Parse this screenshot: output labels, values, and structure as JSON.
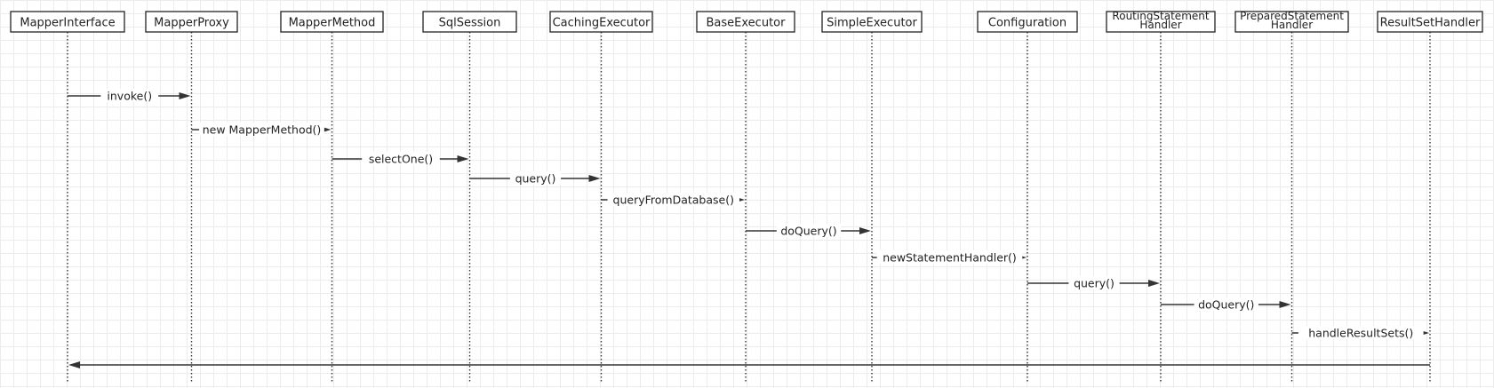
{
  "diagram": {
    "type": "sequence",
    "participants": [
      {
        "id": "mapper_interface",
        "lines": [
          "MapperInterface"
        ]
      },
      {
        "id": "mapper_proxy",
        "lines": [
          "MapperProxy"
        ]
      },
      {
        "id": "mapper_method",
        "lines": [
          "MapperMethod"
        ]
      },
      {
        "id": "sql_session",
        "lines": [
          "SqlSession"
        ]
      },
      {
        "id": "caching_executor",
        "lines": [
          "CachingExecutor"
        ]
      },
      {
        "id": "base_executor",
        "lines": [
          "BaseExecutor"
        ]
      },
      {
        "id": "simple_executor",
        "lines": [
          "SimpleExecutor"
        ]
      },
      {
        "id": "configuration",
        "lines": [
          "Configuration"
        ]
      },
      {
        "id": "routing_statement_handler",
        "lines": [
          "RoutingStatement",
          "Handler"
        ]
      },
      {
        "id": "prepared_statement_handler",
        "lines": [
          "PreparedStatement",
          "Handler"
        ]
      },
      {
        "id": "result_set_handler",
        "lines": [
          "ResultSetHandler"
        ]
      }
    ],
    "messages": [
      {
        "from": 0,
        "to": 1,
        "label": "invoke()"
      },
      {
        "from": 1,
        "to": 2,
        "label": "new MapperMethod()"
      },
      {
        "from": 2,
        "to": 3,
        "label": "selectOne()"
      },
      {
        "from": 3,
        "to": 4,
        "label": "query()"
      },
      {
        "from": 4,
        "to": 5,
        "label": "queryFromDatabase()"
      },
      {
        "from": 5,
        "to": 6,
        "label": "doQuery()"
      },
      {
        "from": 6,
        "to": 7,
        "label": "newStatementHandler()"
      },
      {
        "from": 7,
        "to": 8,
        "label": "query()"
      },
      {
        "from": 8,
        "to": 9,
        "label": "doQuery()"
      },
      {
        "from": 9,
        "to": 10,
        "label": "handleResultSets()"
      },
      {
        "from": 10,
        "to": 0,
        "label": ""
      }
    ],
    "colors": {
      "line": "#333333",
      "box_border": "#222222",
      "box_fill": "#ffffff",
      "text": "#222222"
    }
  }
}
